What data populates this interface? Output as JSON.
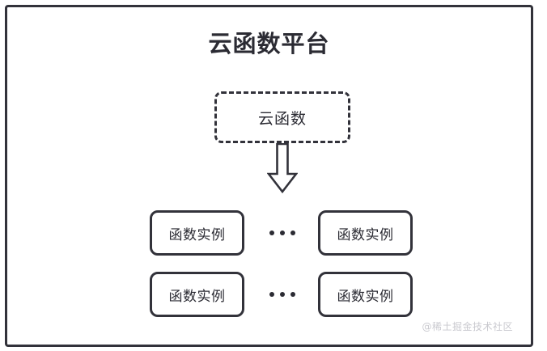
{
  "diagram": {
    "title": "云函数平台",
    "cloud_function": {
      "label": "云函数",
      "style": "dashed"
    },
    "arrow": {
      "icon": "down-block-arrow",
      "direction": "down"
    },
    "instance_rows": [
      {
        "left_box": "函数实例",
        "ellipsis": "•••",
        "right_box": "函数实例"
      },
      {
        "left_box": "函数实例",
        "ellipsis": "•••",
        "right_box": "函数实例"
      }
    ],
    "watermark": "@稀土掘金技术社区",
    "colors": {
      "stroke": "#32323a",
      "text": "#2b2b33",
      "background": "#ffffff",
      "watermark": "#c9c9cf"
    }
  }
}
